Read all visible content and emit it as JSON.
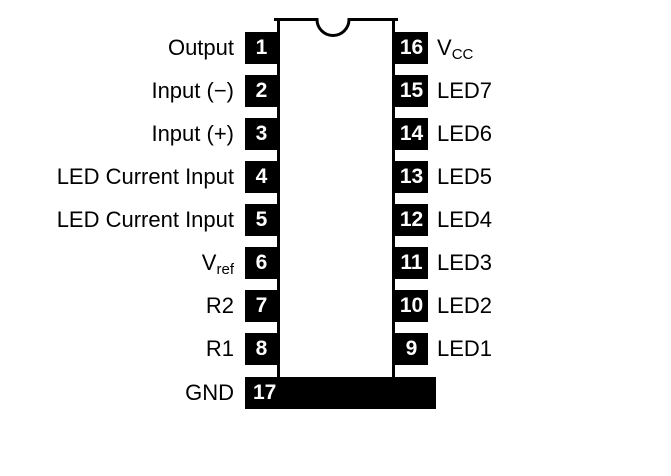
{
  "diagram": {
    "type": "ic-pinout",
    "package": "16-pin DIP with exposed ground pad",
    "background_color": "#ffffff",
    "pin_box_color": "#000000",
    "pin_number_color": "#ffffff",
    "outline_color": "#000000"
  },
  "left_pins": [
    {
      "number": "1",
      "label": "Output",
      "sub": ""
    },
    {
      "number": "2",
      "label": "Input (−)",
      "sub": ""
    },
    {
      "number": "3",
      "label": "Input (+)",
      "sub": ""
    },
    {
      "number": "4",
      "label": "LED Current Input",
      "sub": ""
    },
    {
      "number": "5",
      "label": "LED Current Input",
      "sub": ""
    },
    {
      "number": "6",
      "label": "V",
      "sub": "ref"
    },
    {
      "number": "7",
      "label": "R2",
      "sub": ""
    },
    {
      "number": "8",
      "label": "R1",
      "sub": ""
    }
  ],
  "right_pins": [
    {
      "number": "16",
      "label": "V",
      "sub": "CC"
    },
    {
      "number": "15",
      "label": "LED7",
      "sub": ""
    },
    {
      "number": "14",
      "label": "LED6",
      "sub": ""
    },
    {
      "number": "13",
      "label": "LED5",
      "sub": ""
    },
    {
      "number": "12",
      "label": "LED4",
      "sub": ""
    },
    {
      "number": "11",
      "label": "LED3",
      "sub": ""
    },
    {
      "number": "10",
      "label": "LED2",
      "sub": ""
    },
    {
      "number": "9",
      "label": "LED1",
      "sub": ""
    }
  ],
  "bottom_pin": {
    "number": "17",
    "label": "GND"
  }
}
